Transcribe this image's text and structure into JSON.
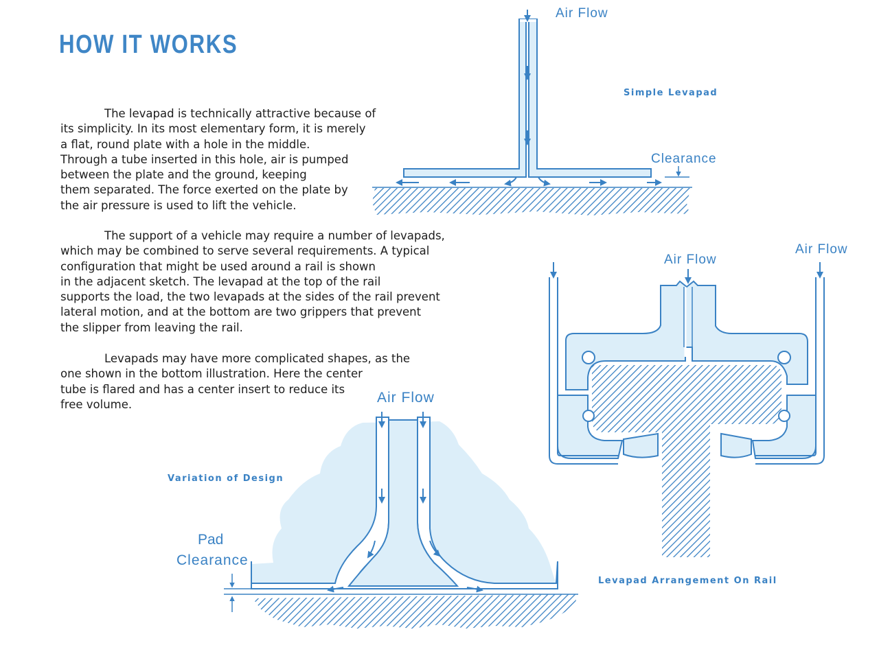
{
  "title": "HOW IT WORKS",
  "paragraphs": [
    {
      "lines": [
        "The levapad is technically attractive because of",
        "its simplicity.  In its most elementary form, it is merely",
        "a flat, round plate with a hole in the middle.",
        "Through a tube inserted in this hole, air is pumped",
        "between the plate and the ground, keeping",
        "them separated.  The force exerted on the plate by",
        "the air pressure is used to lift the vehicle."
      ]
    },
    {
      "lines": [
        "The support of a vehicle may require a number of levapads,",
        "which may be combined to serve several requirements.  A typical",
        "configuration that might be used around a rail is shown",
        "in the adjacent sketch.  The levapad at the top of the rail",
        "supports the load, the two levapads at the sides of the rail prevent",
        "lateral motion, and at the bottom are two grippers that prevent",
        "the slipper from leaving the rail."
      ]
    },
    {
      "lines": [
        "Levapads may have more complicated shapes, as the",
        "one shown in the bottom illustration.  Here the center",
        "tube is flared and has a center insert to reduce its",
        "free volume."
      ]
    }
  ],
  "labels": {
    "air_flow": "Air Flow",
    "simple_levapad": "Simple Levapad",
    "clearance": "Clearance",
    "levapad_arrangement": "Levapad Arrangement On Rail",
    "variation_of_design": "Variation of Design",
    "pad": "Pad",
    "pad_clearance": "Clearance"
  },
  "colors": {
    "ink_blue": "#3a82c4",
    "light_fill": "#dceef9",
    "text": "#1d1d1d"
  }
}
